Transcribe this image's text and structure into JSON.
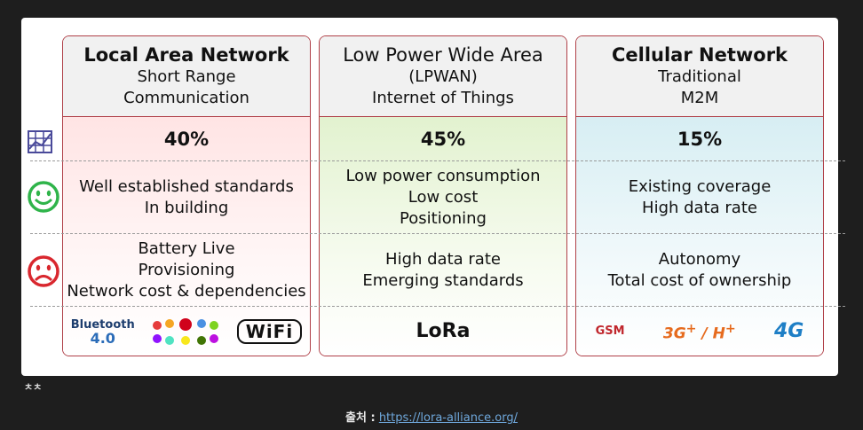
{
  "columns": [
    {
      "title": "Local Area Network",
      "subtitle1": "Short Range",
      "subtitle2": "Communication",
      "percent": "40%",
      "pros": [
        "Well established standards",
        "In building"
      ],
      "cons": [
        "Battery Live",
        "Provisioning",
        "Network cost & dependencies"
      ],
      "logos": {
        "bluetooth": "Bluetooth",
        "bluetooth_version": "4.0",
        "wifi": "WiFi"
      }
    },
    {
      "title": "Low Power Wide Area",
      "subtitle1": "(LPWAN)",
      "subtitle2": "Internet of Things",
      "percent": "45%",
      "pros": [
        "Low power consumption",
        "Low cost",
        "Positioning"
      ],
      "cons": [
        "High data rate",
        "Emerging standards"
      ],
      "logos": {
        "lora": "LoRa"
      }
    },
    {
      "title": "Cellular Network",
      "subtitle1": "Traditional",
      "subtitle2": "M2M",
      "percent": "15%",
      "pros": [
        "Existing coverage",
        "High data rate"
      ],
      "cons": [
        "Autonomy",
        "Total cost of ownership"
      ],
      "logos": {
        "gsm": "GSM",
        "g3": "3G",
        "hplus": "H",
        "g4": "4G"
      }
    }
  ],
  "row_icons": {
    "chart": "bar-chart-icon",
    "positive": "smiley-face-icon",
    "negative": "sad-face-icon"
  },
  "colors": {
    "border": "#b04048",
    "lan": "#ffe4e4",
    "lpwan": "#e2f2cf",
    "cellular": "#d7eef3",
    "smiley": "#2fb44a",
    "sad": "#d9272e"
  },
  "caption_left": "ㅊㅊ",
  "source": {
    "label": "출처 :",
    "url": "https://lora-alliance.org/"
  }
}
